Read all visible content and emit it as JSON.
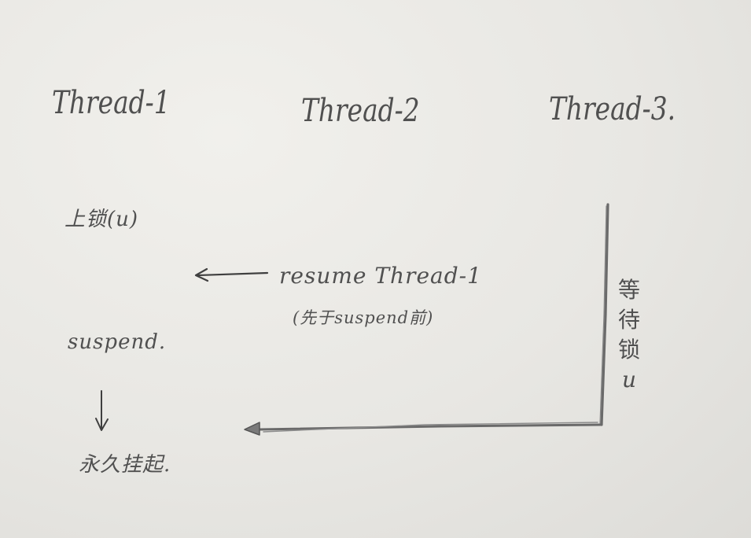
{
  "threads": {
    "thread1": "Thread-1",
    "thread2": "Thread-2",
    "thread3": "Thread-3."
  },
  "thread1_steps": {
    "lock": "上锁(u)",
    "suspend": "suspend.",
    "suspended_forever": "永久挂起."
  },
  "thread2_action": {
    "resume": "resume Thread-1",
    "note": "(先于suspend前)"
  },
  "thread3_wait": {
    "chars": [
      "等",
      "待",
      "锁",
      "u"
    ]
  },
  "colors": {
    "paper": "#e9e8e4",
    "pencil": "#4a4a4a"
  }
}
